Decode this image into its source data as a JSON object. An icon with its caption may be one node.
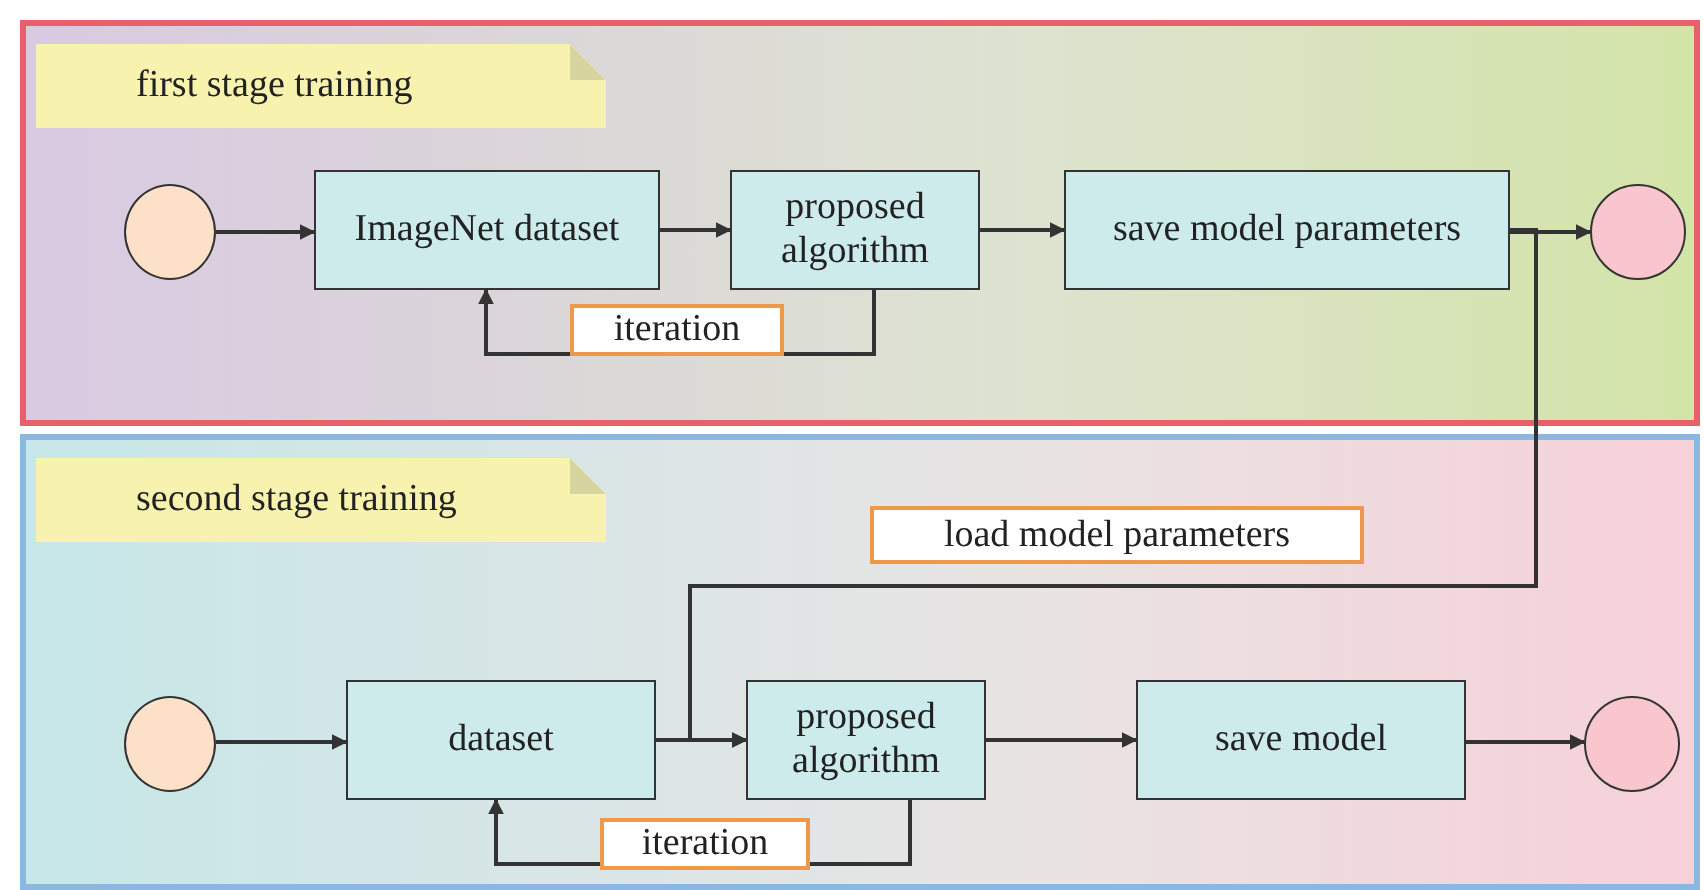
{
  "diagram": {
    "nodes": [
      {
        "text": [
          "first stage training"
        ]
      },
      {
        "text": [],
        "shape": "circle",
        "in": 0
      },
      {
        "text": [
          "ImageNet dataset"
        ],
        "in": 0
      },
      {
        "text": [
          "proposed algorithm"
        ],
        "in": 0
      },
      {
        "text": [
          "save model parameters"
        ],
        "in": 0
      },
      {
        "text": [],
        "shape": "circle",
        "in": 0
      },
      {
        "text": [
          "second stage training"
        ]
      },
      {
        "text": [],
        "shape": "circle",
        "in": 6
      },
      {
        "text": [
          "dataset"
        ],
        "in": 6
      },
      {
        "text": [
          "proposed algorithm"
        ],
        "in": 6
      },
      {
        "text": [
          "save model"
        ],
        "in": 6
      },
      {
        "text": [],
        "shape": "circle",
        "in": 6
      }
    ],
    "edges": [
      {
        "from": 1,
        "to": 2,
        "arrow": "to"
      },
      {
        "from": 2,
        "to": 3,
        "arrow": "to"
      },
      {
        "from": 3,
        "to": 4,
        "arrow": "to"
      },
      {
        "from": 4,
        "to": 5,
        "arrow": "to"
      },
      {
        "from": 3,
        "to": 2,
        "arrow": "to",
        "label": "iteration"
      },
      {
        "from": 4,
        "to": 9,
        "arrow": "to",
        "label": "load model parameters"
      },
      {
        "from": 7,
        "to": 8,
        "arrow": "to"
      },
      {
        "from": 8,
        "to": 9,
        "arrow": "to"
      },
      {
        "from": 9,
        "to": 10,
        "arrow": "to"
      },
      {
        "from": 10,
        "to": 11,
        "arrow": "to"
      },
      {
        "from": 9,
        "to": 8,
        "arrow": "to",
        "label": "iteration"
      }
    ]
  }
}
